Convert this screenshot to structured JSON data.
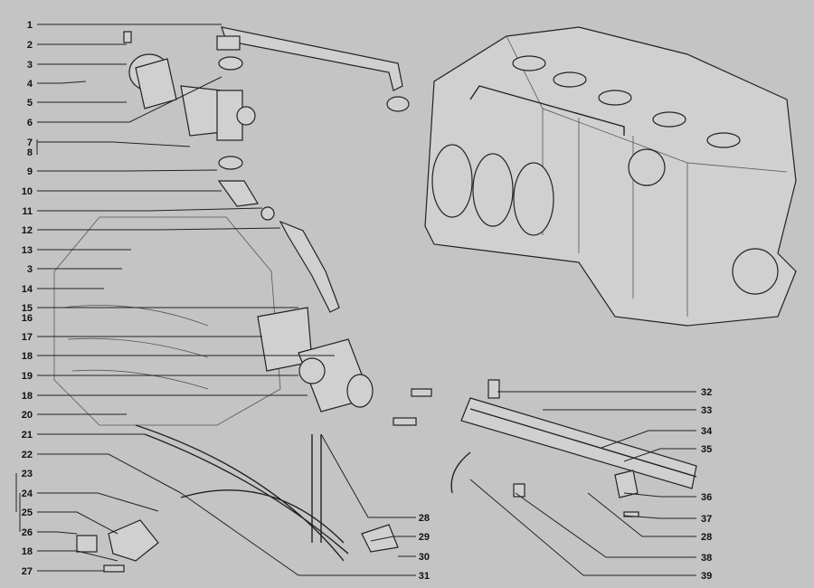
{
  "diagram": {
    "left_labels": [
      "1",
      "2",
      "3",
      "4",
      "5",
      "6",
      "7",
      "8",
      "9",
      "10",
      "11",
      "12",
      "13",
      "3",
      "14",
      "15",
      "16",
      "17",
      "18",
      "19",
      "18",
      "20",
      "21",
      "22",
      "23",
      "24",
      "25",
      "26",
      "18",
      "27"
    ],
    "middle_labels": [
      "28",
      "29",
      "30",
      "31"
    ],
    "right_labels": [
      "32",
      "33",
      "34",
      "35",
      "36",
      "37",
      "28",
      "38",
      "39"
    ]
  }
}
